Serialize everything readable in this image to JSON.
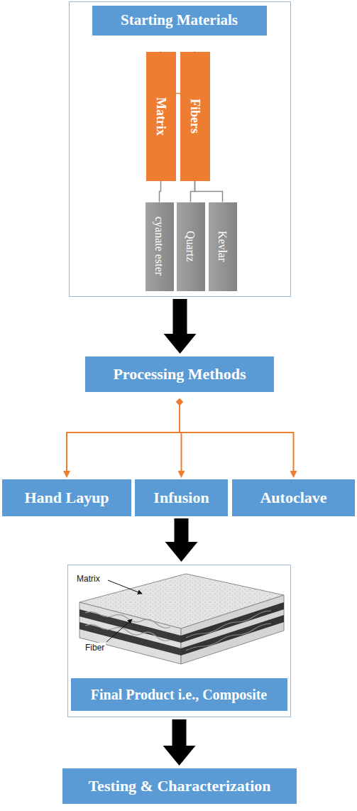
{
  "diagram": {
    "nodes": [
      {
        "text": [
          "Starting Materials"
        ]
      },
      {
        "text": [
          "Matrix"
        ],
        "in": 0
      },
      {
        "text": [
          "Fibers"
        ],
        "in": 0
      },
      {
        "text": [
          "cyanate ester"
        ],
        "in": 0
      },
      {
        "text": [
          "Quartz"
        ],
        "in": 0
      },
      {
        "text": [
          "Kevlar"
        ],
        "in": 0
      },
      {
        "text": [
          "Processing Methods"
        ]
      },
      {
        "text": [
          "Hand Layup"
        ]
      },
      {
        "text": [
          "Infusion"
        ]
      },
      {
        "text": [
          "Autoclave"
        ]
      },
      {
        "text": [
          "Final Product i.e., Composite"
        ]
      },
      {
        "text": [
          "Testing & Characterization"
        ]
      }
    ],
    "edges": [
      {
        "from": 0,
        "to": 1,
        "arrow": "none"
      },
      {
        "from": 0,
        "to": 2,
        "arrow": "none"
      },
      {
        "from": 1,
        "to": 3,
        "arrow": "none"
      },
      {
        "from": 2,
        "to": 4,
        "arrow": "none"
      },
      {
        "from": 2,
        "to": 5,
        "arrow": "none"
      },
      {
        "from": 0,
        "to": 6,
        "arrow": "to"
      },
      {
        "from": 6,
        "to": 7,
        "arrow": "to"
      },
      {
        "from": 6,
        "to": 8,
        "arrow": "to"
      },
      {
        "from": 6,
        "to": 9,
        "arrow": "to"
      },
      {
        "from": 8,
        "to": 10,
        "arrow": "to"
      },
      {
        "from": 10,
        "to": 11,
        "arrow": "to"
      }
    ],
    "labels": [
      "Matrix",
      "Fiber"
    ]
  }
}
